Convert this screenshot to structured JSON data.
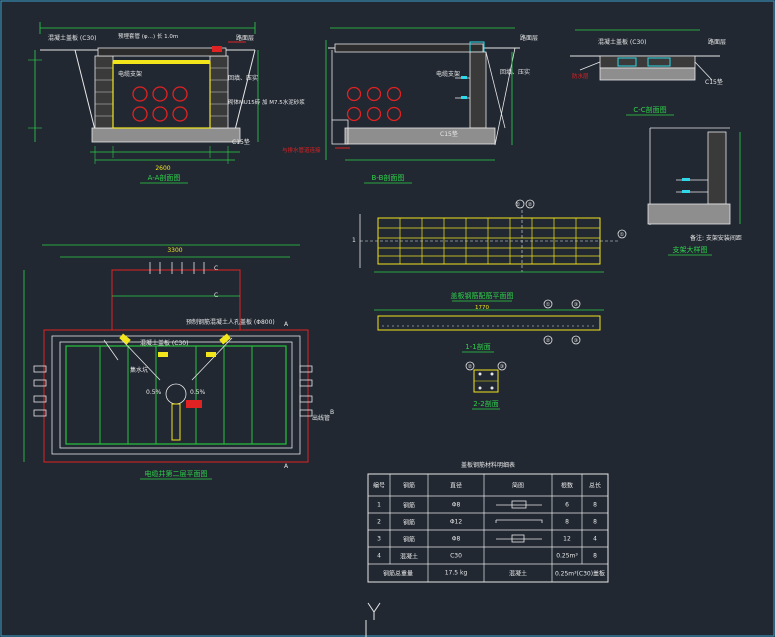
{
  "colors": {
    "background": "#212832",
    "line_white": "#e8e8e8",
    "dim_green": "#2ed14a",
    "wall_green": "#27c23c",
    "yellow": "#f2e51c",
    "red": "#e02222",
    "magenta": "#e01ec8",
    "cyan": "#2fd8e8",
    "gravel": "#cfcfcf"
  },
  "labels": {
    "top_cover_note": "混凝土盖板 (C30)",
    "pipe_note": "预埋套管 (φ…) 长 1.0m",
    "road_surface": "路面层",
    "cable_support": "电缆支架",
    "backfill": "回填、压实",
    "wall_note": "砌体MU15砖\n加 M7.5水泥砂浆",
    "c15_base": "C15垫",
    "water_proof": "防水层",
    "tail_note_red": "与排水管道连接",
    "view_aa": "A-A剖面图",
    "view_bb": "B-B剖面图",
    "view_cc": "C-C剖面图",
    "view_support": "支架大样图",
    "support_note": "备注: 支架安装间距",
    "plan_title": "电缆井第二层平面图",
    "manhole_note": "预制钢筋混凝土人孔盖板 (Φ800)",
    "sump": "集水坑",
    "slope": "0.5%",
    "slope2": "0.5%",
    "pipe_out": "出线管",
    "plate_plan": "盖板钢筋配筋平面图",
    "section_11": "1-1剖面",
    "section_22": "2-2剖面",
    "table_title": "盖板钢筋材料明细表"
  },
  "dims": {
    "aa_total": "2600",
    "plan_total": "3300",
    "plate_len": "1770"
  },
  "markers": [
    "①",
    "②",
    "③"
  ],
  "section_marks": {
    "a": "A",
    "b": "B",
    "c": "C",
    "one": "1",
    "two": "2"
  },
  "table": {
    "headers": [
      "编号",
      "钢筋",
      "直径",
      "简图",
      "根数",
      "总长"
    ],
    "rows": [
      [
        "1",
        "钢筋",
        "Φ8",
        "",
        "6",
        "8"
      ],
      [
        "2",
        "钢筋",
        "Φ12",
        "",
        "8",
        "8"
      ],
      [
        "3",
        "钢筋",
        "Φ8",
        "",
        "12",
        "4"
      ],
      [
        "4",
        "混凝土",
        "C30",
        "",
        "0.25m³",
        "8"
      ]
    ],
    "footer": [
      "钢筋总重量",
      "17.5 kg",
      "混凝土",
      "0.25m³(C30)盖板"
    ]
  }
}
